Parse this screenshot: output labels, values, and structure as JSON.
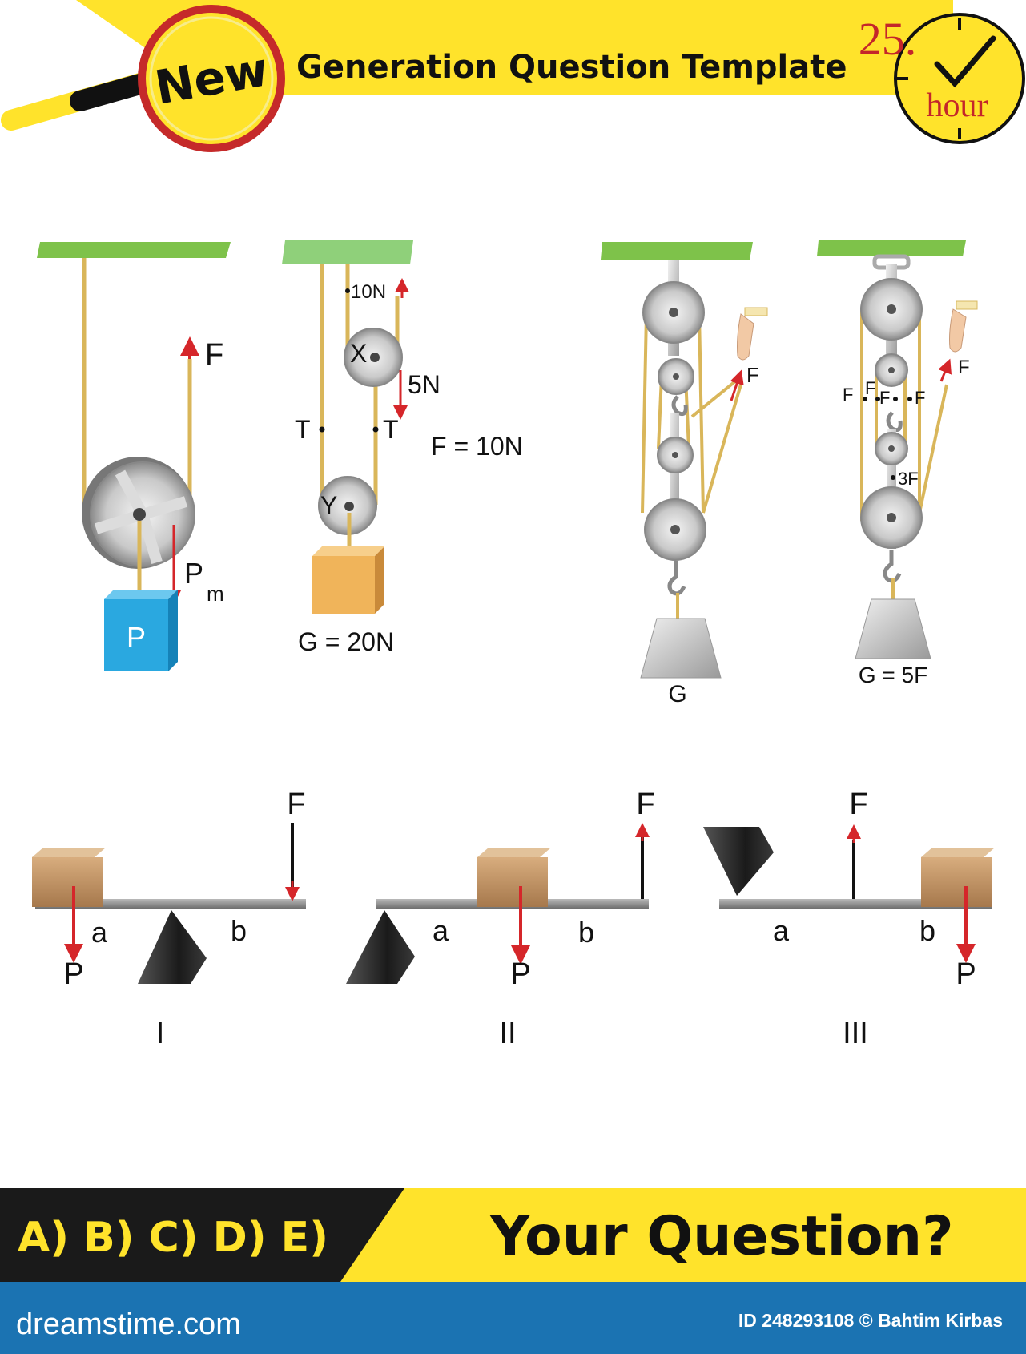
{
  "header": {
    "badge": "New",
    "title": "Generation Question Template",
    "clock_number": "25.",
    "clock_unit": "hour"
  },
  "pulley1": {
    "force": "F",
    "block": "P",
    "pm_main": "P",
    "pm_sub": "m"
  },
  "pulley2": {
    "top_force": "10N",
    "pulley_x": "X",
    "pulley_y": "Y",
    "force_5n": "5N",
    "tension_left": "T",
    "tension_right": "T",
    "applied": "F = 10N",
    "weight": "G = 20N"
  },
  "pulley3": {
    "force": "F",
    "weight": "G"
  },
  "pulley4": {
    "force": "F",
    "f1": "F",
    "f2": "F",
    "f3": "F",
    "f4": "F",
    "mid": "3F",
    "weight": "G = 5F"
  },
  "levers": [
    {
      "roman": "I",
      "force": "F",
      "a": "a",
      "b": "b",
      "load": "P"
    },
    {
      "roman": "II",
      "force": "F",
      "a": "a",
      "b": "b",
      "load": "P"
    },
    {
      "roman": "III",
      "force": "F",
      "a": "a",
      "b": "b",
      "load": "P"
    }
  ],
  "footer": {
    "options": "A) B) C) D) E)",
    "question": "Your Question?",
    "site": "dreamstime.com",
    "credit": "ID 248293108 © Bahtim Kirbas"
  },
  "colors": {
    "yellow": "#ffe32b",
    "black_band": "#1a1a1a",
    "blue_band": "#1b73b2",
    "green_ceiling": "#7ec24a",
    "rope": "#d9b65a",
    "arrow_red": "#d5262a",
    "block_blue": "#2aa8e0",
    "box_orange": "#f0b45a"
  }
}
